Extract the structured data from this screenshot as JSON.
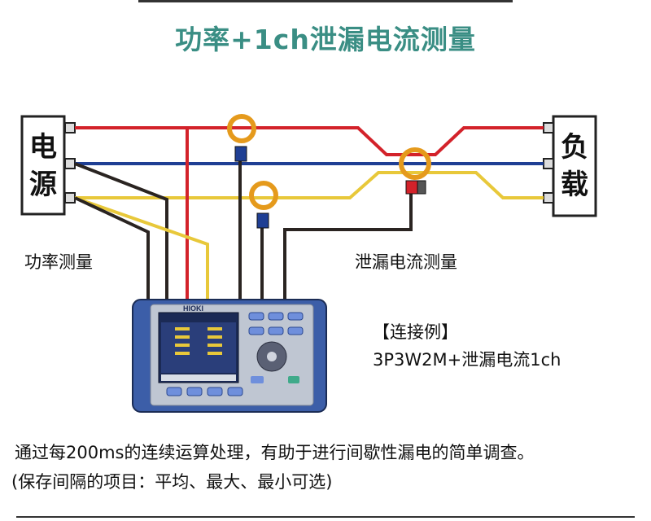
{
  "title": "功率+1ch泄漏电流测量",
  "source_box": {
    "line1": "电",
    "line2": "源"
  },
  "load_box": {
    "line1": "负",
    "line2": "载"
  },
  "labels": {
    "power_measurement": "功率测量",
    "leakage_measurement": "泄漏电流测量"
  },
  "connection": {
    "heading": "【连接例】",
    "example": "3P3W2M+泄漏电流1ch"
  },
  "device": {
    "brand": "HIOKI"
  },
  "notes": {
    "line1": "通过每200ms的连续运算处理，有助于进行间歇性漏电的简单调查。",
    "line2": "(保存间隔的项目：平均、最大、最小可选)"
  },
  "colors": {
    "title": "#3a8e84",
    "wire_red": "#d3222a",
    "wire_blue": "#1f3f94",
    "wire_yellow": "#e8c83a",
    "wire_black": "#2a2421",
    "clamp": "#e59a1c",
    "device_body": "#3c5ea8"
  }
}
